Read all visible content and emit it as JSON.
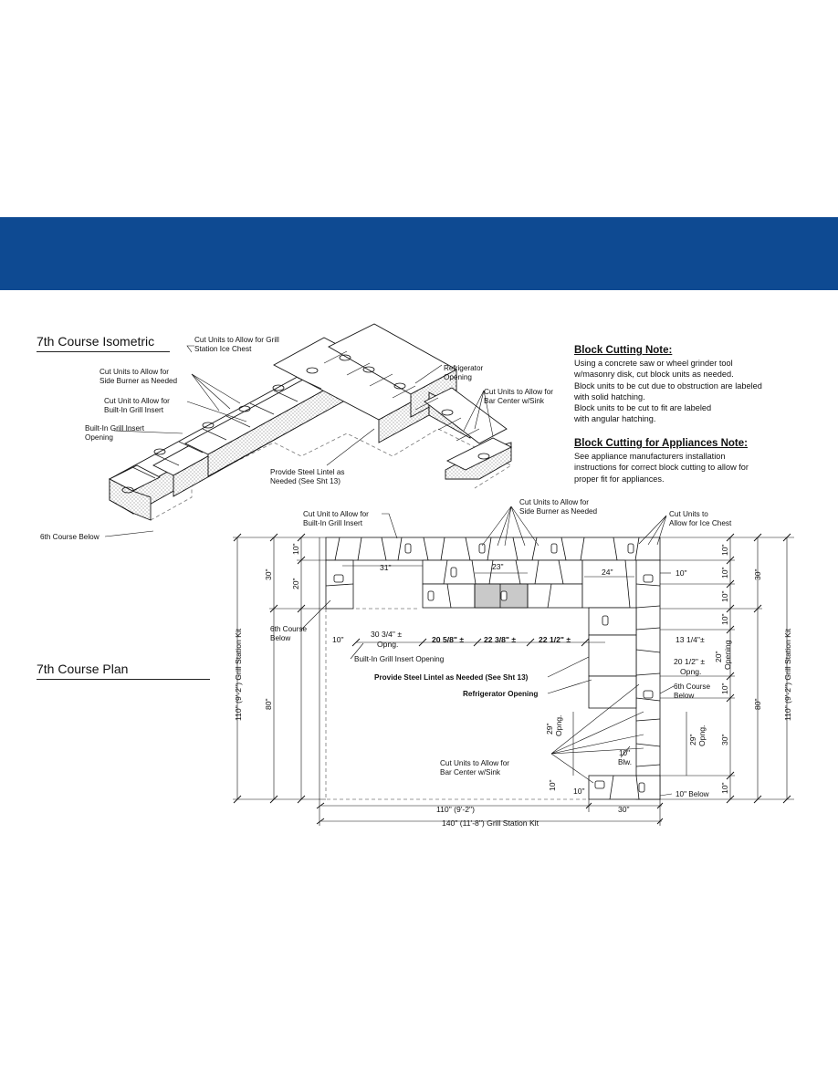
{
  "page": {
    "banner_color": "#0e4a92",
    "isometric_title": "7th Course Isometric",
    "plan_title": "7th Course Plan"
  },
  "notes": {
    "block_cutting": {
      "heading": "Block Cutting Note:",
      "lines": [
        "Using a concrete saw or wheel grinder tool",
        "w/masonry disk, cut block units as needed.",
        "Block units to be cut due to obstruction are labeled",
        "with solid hatching.",
        "Block units to be cut to fit are labeled",
        "with angular hatching."
      ]
    },
    "appliances": {
      "heading": "Block Cutting for Appliances Note:",
      "lines": [
        "See appliance manufacturers installation",
        "instructions for correct block cutting to allow for",
        "proper fit for appliances."
      ]
    }
  },
  "isometric_labels": {
    "ice_chest": [
      "Cut Units to Allow for Grill",
      "Station Ice Chest"
    ],
    "side_burner": [
      "Cut Units to Allow for",
      "Side Burner as Needed"
    ],
    "grill_insert_cut": [
      "Cut Unit to Allow for",
      "Built-In Grill Insert"
    ],
    "grill_insert_opening": [
      "Built-In Grill Insert",
      "Opening"
    ],
    "refrigerator": [
      "Refrigerator",
      "Opening"
    ],
    "bar_center": [
      "Cut Units to Allow for",
      "Bar Center w/Sink"
    ],
    "steel_lintel": [
      "Provide Steel Lintel as",
      "Needed (See Sht 13)"
    ],
    "sixth_course": "6th Course Below"
  },
  "plan_labels": {
    "grill_insert_cut": [
      "Cut Unit to Allow for",
      "Built-In Grill Insert"
    ],
    "side_burner": [
      "Cut  Units to Allow for",
      "Side Burner as Needed"
    ],
    "ice_chest": [
      "Cut Units to",
      "Allow for Ice Chest"
    ],
    "sixth_course_left": [
      "6th Course",
      "Below"
    ],
    "grill_insert_opening": "Built-In Grill Insert Opening",
    "steel_lintel": "Provide Steel Lintel as Needed (See Sht 13)",
    "refrigerator": "Refrigerator Opening",
    "sixth_course_right": [
      "6th Course",
      "Below"
    ],
    "bar_center": [
      "Cut Units to Allow for",
      "Bar Center w/Sink"
    ],
    "ten_below": "10\" Below",
    "ten_blw": [
      "10\"",
      "Blw."
    ]
  },
  "plan_dims": {
    "d31": "31\"",
    "d23": "23\"",
    "d24": "24\"",
    "d10_right": "10\"",
    "d10_left": "10\"",
    "d30_34": [
      "30 3/4\" ±",
      "Opng."
    ],
    "d20_58": "20 5/8\" ±",
    "d22_38": "22 3/8\" ±",
    "d22_12": "22 1/2\" ±",
    "d13_14": "13 1/4\"±",
    "d20_12": [
      "20 1/2\" ±",
      "Opng."
    ],
    "d29_opng_left": [
      "29\"",
      "Opng."
    ],
    "d29_opng_right": [
      "29\"",
      "Opng."
    ],
    "d10_bottom": "10\"",
    "bottom_110": "110\" (9'-2\")",
    "bottom_30": "30\"",
    "bottom_140": "140\" (11'-8\") Grill Station Kit",
    "left_10": "10\"",
    "left_20": "20\"",
    "left_30": "30\"",
    "left_80": "80\"",
    "left_110": "110\" (9'-2\") Grill Station Kit",
    "left_10_bottom": "10\"",
    "right_10a": "10\"",
    "right_10b": "10\"",
    "right_10c": "10\"",
    "right_10d": "10\"",
    "right_20_opening": [
      "20\"",
      "Opening"
    ],
    "right_10e": "10\"",
    "right_30": "30\"",
    "right_10f": "10\"",
    "far_30": "30\"",
    "far_80": "80\"",
    "far_110": "110\" (9'-2\") Grill Station Kit"
  }
}
